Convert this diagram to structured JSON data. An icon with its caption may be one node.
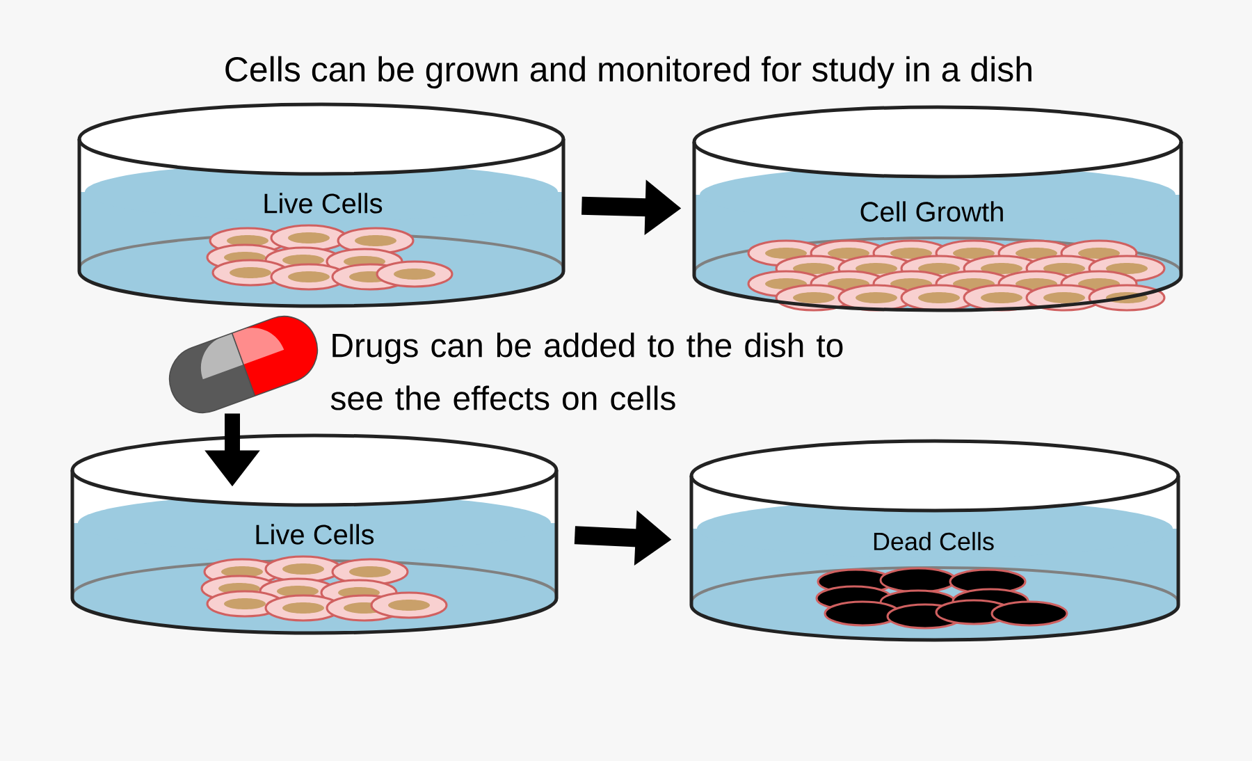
{
  "diagram": {
    "title": "Cells can be grown and monitored for study in a dish",
    "nodes": [
      {
        "text": [
          "Live Cells"
        ]
      },
      {
        "text": [
          "Cell Growth"
        ]
      },
      {
        "text": [],
        "shape": "picture",
        "beside": [
          "Drugs can be added to the dish to see the effects on cells"
        ]
      },
      {
        "text": [
          "Live Cells"
        ]
      },
      {
        "text": [
          "Dead Cells"
        ]
      }
    ],
    "edges": [
      {
        "from": 0,
        "to": 1,
        "arrow": "to"
      },
      {
        "from": 2,
        "to": 3,
        "arrow": "to"
      },
      {
        "from": 3,
        "to": 4,
        "arrow": "to"
      }
    ]
  }
}
